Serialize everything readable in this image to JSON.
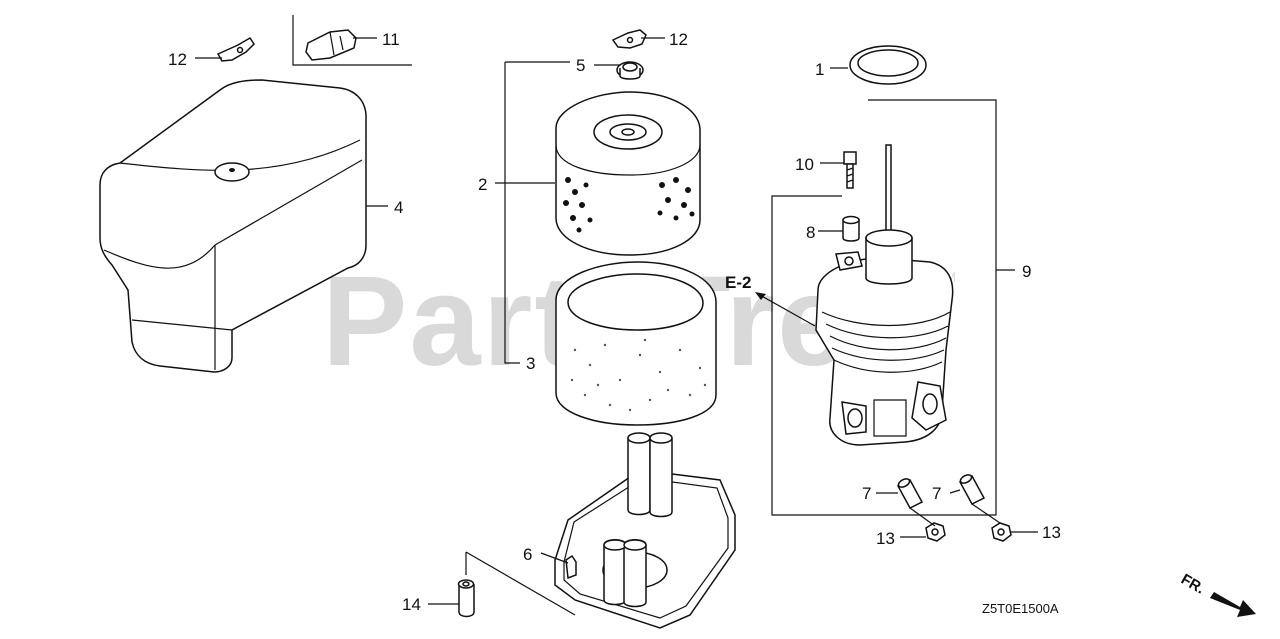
{
  "watermark": {
    "text": "PartsTree",
    "mark": "TM"
  },
  "diagram_code": "Z5T0E1500A",
  "direction_indicator": "FR.",
  "section_ref": "E-2",
  "callouts": {
    "c1": "1",
    "c2": "2",
    "c3": "3",
    "c4": "4",
    "c5": "5",
    "c6": "6",
    "c7a": "7",
    "c7b": "7",
    "c8": "8",
    "c9": "9",
    "c10": "10",
    "c11": "11",
    "c12a": "12",
    "c12b": "12",
    "c13a": "13",
    "c13b": "13",
    "c14": "14"
  }
}
